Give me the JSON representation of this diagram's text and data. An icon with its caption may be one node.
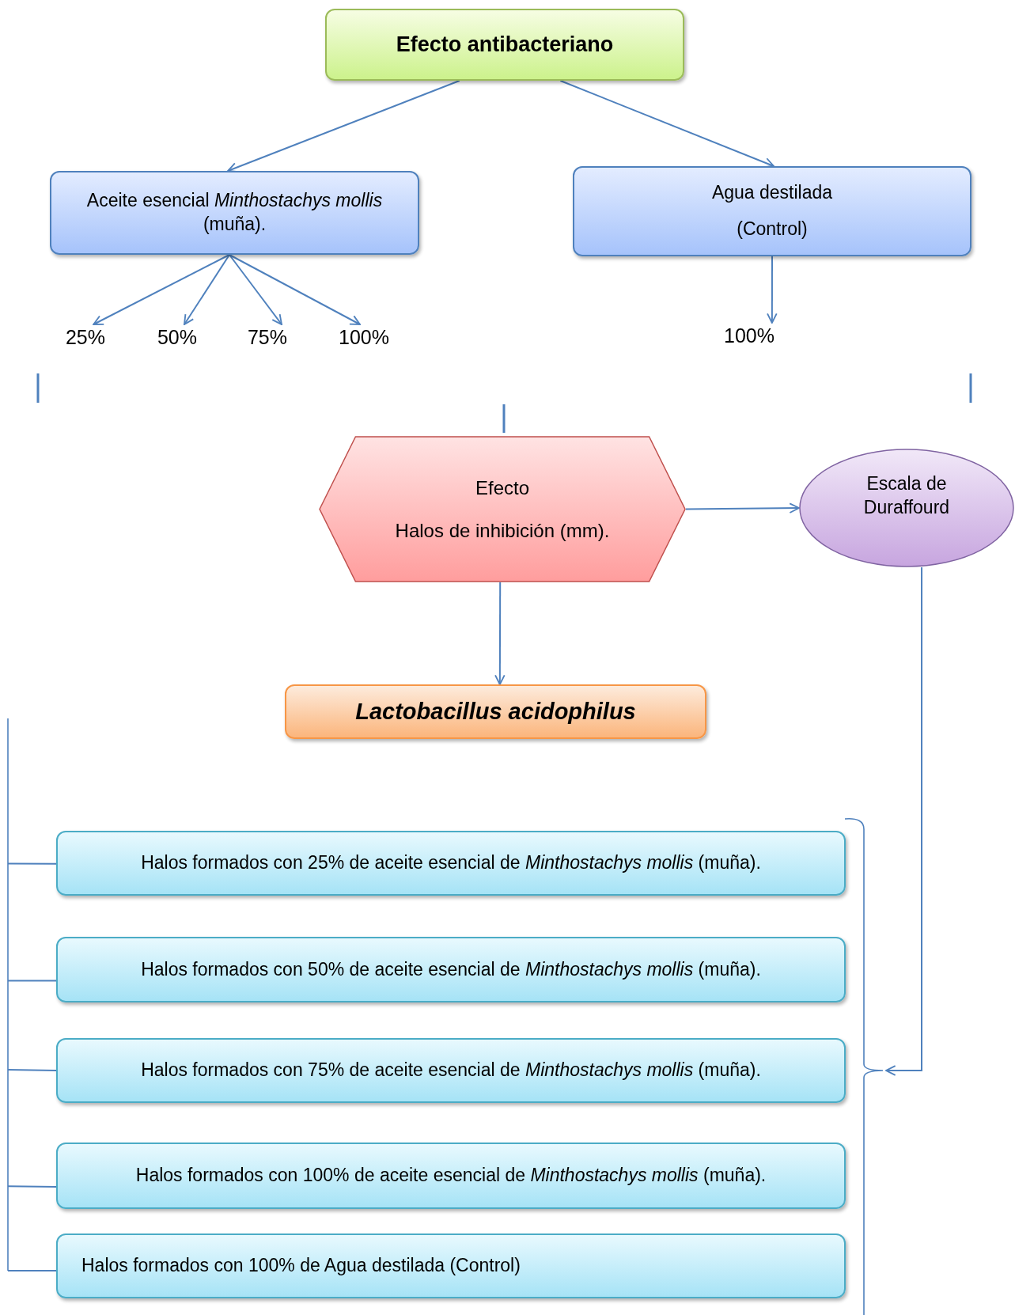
{
  "diagram": {
    "nodes": [
      {
        "text": [
          "Efecto antibacteriano"
        ]
      },
      {
        "text": [
          "Aceite esencial *Minthostachys mollis* (muña)."
        ]
      },
      {
        "text": [
          "Agua destilada",
          "(Control)"
        ]
      },
      {
        "text": [
          "25%"
        ]
      },
      {
        "text": [
          "50%"
        ]
      },
      {
        "text": [
          "75%"
        ]
      },
      {
        "text": [
          "100%"
        ]
      },
      {
        "text": [
          "100%"
        ]
      },
      {
        "text": [
          "Efecto",
          "Halos de inhibición (mm)."
        ]
      },
      {
        "text": [
          "Escala de Duraffourd"
        ]
      },
      {
        "text": [
          "Lactobacillus acidophilus"
        ]
      },
      {
        "text": [
          "Halos formados con 25% de aceite esencial de *Minthostachys mollis* (muña)."
        ]
      },
      {
        "text": [
          "Halos formados con 50% de aceite esencial de *Minthostachys mollis* (muña)."
        ]
      },
      {
        "text": [
          "Halos formados con 75% de aceite esencial de *Minthostachys mollis* (muña)."
        ]
      },
      {
        "text": [
          "Halos formados con 100% de aceite esencial de *Minthostachys mollis* (muña)."
        ]
      },
      {
        "text": [
          "Halos formados con 100% de Agua destilada (Control)"
        ]
      },
      {
        "text": [],
        "shape": "bracket"
      },
      {
        "text": [],
        "shape": "bar"
      }
    ],
    "edges": [
      {
        "from": 0,
        "to": 1,
        "arrow": "to"
      },
      {
        "from": 0,
        "to": 2,
        "arrow": "to"
      },
      {
        "from": 1,
        "to": 3,
        "arrow": "to"
      },
      {
        "from": 1,
        "to": 4,
        "arrow": "to"
      },
      {
        "from": 1,
        "to": 5,
        "arrow": "to"
      },
      {
        "from": 1,
        "to": 6,
        "arrow": "to"
      },
      {
        "from": 2,
        "to": 7,
        "arrow": "to"
      },
      {
        "from": 8,
        "to": 9,
        "arrow": "to"
      },
      {
        "from": 8,
        "to": 10,
        "arrow": "to"
      },
      {
        "from": 9,
        "to": 16,
        "arrow": "to"
      },
      {
        "from": 17,
        "to": 11,
        "arrow": "none"
      },
      {
        "from": 17,
        "to": 12,
        "arrow": "none"
      },
      {
        "from": 17,
        "to": 13,
        "arrow": "none"
      },
      {
        "from": 17,
        "to": 14,
        "arrow": "none"
      },
      {
        "from": 17,
        "to": 15,
        "arrow": "none"
      }
    ]
  }
}
